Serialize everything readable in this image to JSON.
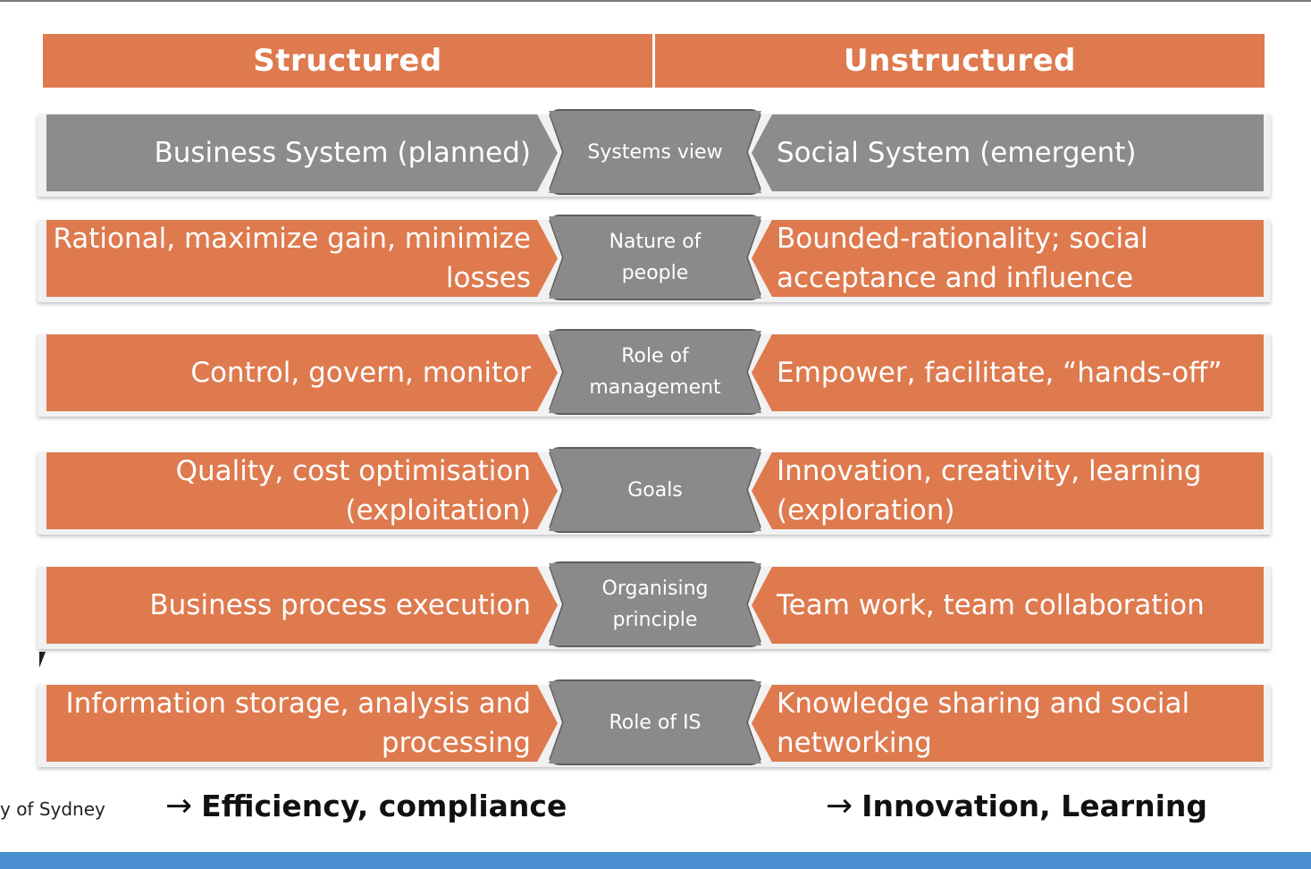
{
  "header": {
    "left": "Structured",
    "right": "Unstructured"
  },
  "rows": [
    {
      "left": "Business System (planned)",
      "center": "Systems view",
      "right": "Social System (emergent)"
    },
    {
      "left": "Rational, maximize gain, minimize losses",
      "center": "Nature of people",
      "right": "Bounded-rationality; social acceptance and influence"
    },
    {
      "left": "Control, govern, monitor",
      "center": "Role of management",
      "right": "Empower, facilitate, “hands-off”"
    },
    {
      "left": "Quality, cost optimisation (exploitation)",
      "center": "Goals",
      "right": "Innovation, creativity, learning (exploration)"
    },
    {
      "left": "Business process execution",
      "center": "Organising principle",
      "right": "Team work, team collaboration"
    },
    {
      "left": "Information storage, analysis and processing",
      "center": "Role of IS",
      "right": "Knowledge sharing and social networking"
    }
  ],
  "outcomes": {
    "left": "Efficiency, compliance",
    "right": "Innovation, Learning"
  },
  "footer": {
    "institution_fragment": "y of Sydney"
  },
  "colors": {
    "orange": "#de7a4e",
    "grey": "#8c8c8c"
  }
}
